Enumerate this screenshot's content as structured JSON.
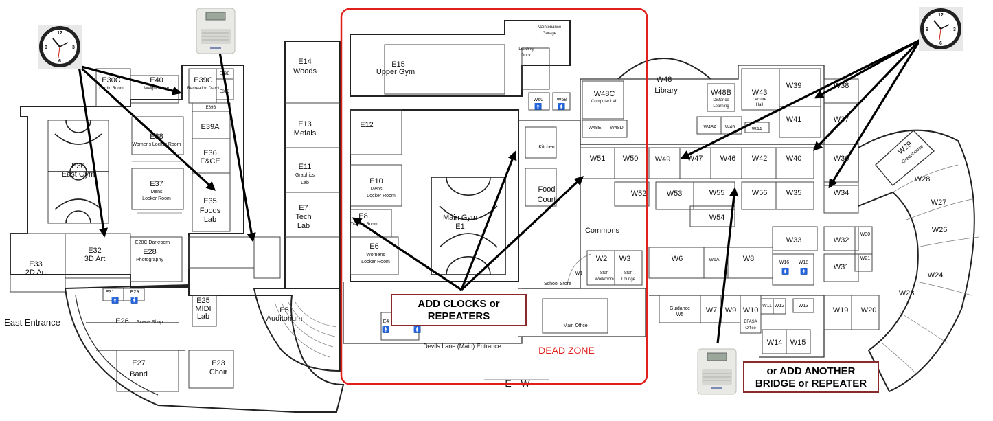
{
  "rooms": {
    "E30C": "E30C",
    "E30C_sub": "Cardio Room",
    "E40": "E40",
    "E40_sub": "Weight Room",
    "E39C": "E39C",
    "E39C_sub": "Recreation Dstrct",
    "E39E": "E39E",
    "E39D": "E39D",
    "E39B": "E39B",
    "E39A": "E39A",
    "E36": "E36",
    "E36_sub": "F&CE",
    "E38": "E38",
    "E38_sub": "Womens Locker Room",
    "E37": "E37",
    "E37_sub": "Mens",
    "E37_sub2": "Locker Room",
    "E35": "E35",
    "E35_sub": "Foods",
    "E35_sub2": "Lab",
    "E30": "E30",
    "E30_sub": "East Gym",
    "E33": "E33",
    "E33_sub": "2D Art",
    "E32": "E32",
    "E32_sub": "3D Art",
    "E28C": "E28C Darkroom",
    "E28": "E28",
    "E28_sub": "Photography",
    "E31": "E31",
    "E29": "E29",
    "E26": "E26",
    "E26_sub": "Scene Shop",
    "E25": "E25",
    "E25_sub": "MIDI",
    "E25_sub2": "Lab",
    "E5": "E5",
    "E5_sub": "Auditorium",
    "E27": "E27",
    "E27_sub": "Band",
    "E23": "E23",
    "E23_sub": "Choir",
    "E14": "E14",
    "E14_sub": "Woods",
    "E13": "E13",
    "E13_sub": "Metals",
    "E11": "E11",
    "E11_sub": "Graphics",
    "E11_sub2": "Lab",
    "E7": "E7",
    "E7_sub": "Tech",
    "E7_sub2": "Lab",
    "E15": "E15",
    "E15_sub": "Upper Gym",
    "E12": "E12",
    "E10": "E10",
    "E10_sub": "Mens",
    "E10_sub2": "Locker Room",
    "E8": "E8",
    "E8_sub": "Training Room",
    "E6": "E6",
    "E6_sub": "Womens",
    "E6_sub2": "Locker Room",
    "E4": "E4",
    "E1": "Main Gym",
    "E1_sub": "E1",
    "maintenance": "Maintenance",
    "maintenance_sub": "Garage",
    "loading": "Loading",
    "loading_sub": "Dock",
    "W60": "W60",
    "W58": "W58",
    "kitchen": "Kitchen",
    "food_court": "Food",
    "food_court_sub": "Court",
    "commons": "Commons",
    "W51": "W51",
    "W50": "W50",
    "W52": "W52",
    "W48C": "W48C",
    "W48C_sub": "Computer Lab",
    "W48E": "W48E",
    "W48D": "W48D",
    "W48": "W48",
    "W48_sub": "Library",
    "W48B": "W48B",
    "W48B_sub": "Distance",
    "W48B_sub2": "Learning",
    "W48A": "W48A",
    "W45": "W45",
    "W44": "W44",
    "W43": "W43",
    "W43_sub": "Lecture",
    "W43_sub2": "Hall",
    "W39": "W39",
    "W38": "W38",
    "W41": "W41",
    "W37": "W37",
    "W49": "W49",
    "W47": "W47",
    "W46": "W46",
    "W42": "W42",
    "W40": "W40",
    "W36": "W36",
    "W53": "W53",
    "W55": "W55",
    "W56": "W56",
    "W35": "W35",
    "W34": "W34",
    "W54": "W54",
    "W29": "W29",
    "W29_sub": "Greenhouse",
    "W28": "W28",
    "W27": "W27",
    "W26": "W26",
    "W24": "W24",
    "W23": "W23",
    "W33": "W33",
    "W32": "W32",
    "W30": "W30",
    "W21": "W21",
    "W31": "W31",
    "W6": "W6",
    "W6A": "W6A",
    "W8": "W8",
    "W16": "W16",
    "W18": "W18",
    "W2": "W2",
    "W2_sub": "Staff",
    "W2_sub2": "Workroom",
    "W3": "W3",
    "W3_sub": "Staff",
    "W3_sub2": "Lounge",
    "W1": "W1",
    "school_store": "School Store",
    "W5": "Guidance",
    "W5_sub": "W5",
    "W7": "W7",
    "W9": "W9",
    "W10": "W10",
    "W10_sub": "BFASA",
    "W10_sub2": "Office",
    "W11": "W11",
    "W12": "W12",
    "W13": "W13",
    "W14": "W14",
    "W15": "W15",
    "W19": "W19",
    "W20": "W20",
    "main_office": "Main Office"
  },
  "labels": {
    "east_entrance": "East Entrance",
    "main_entrance": "Devils Lane (Main) Entrance",
    "axis_e": "E",
    "axis_w": "W",
    "dead_zone": "DEAD ZONE"
  },
  "callouts": {
    "add_clocks": [
      "ADD CLOCKS or",
      "REPEATERS"
    ],
    "add_bridge": [
      "or ADD ANOTHER",
      "BRIDGE or REPEATER"
    ]
  },
  "colors": {
    "dead_zone": "#e0201b",
    "callout_border": "#8b2a2a",
    "arrow": "#000000",
    "bridge_device": "#e9e9e6"
  },
  "icons": [
    "wall-clock-icon",
    "bridge-device-icon",
    "restroom-icon",
    "fire-extinguisher-icon",
    "arrow-icon"
  ]
}
